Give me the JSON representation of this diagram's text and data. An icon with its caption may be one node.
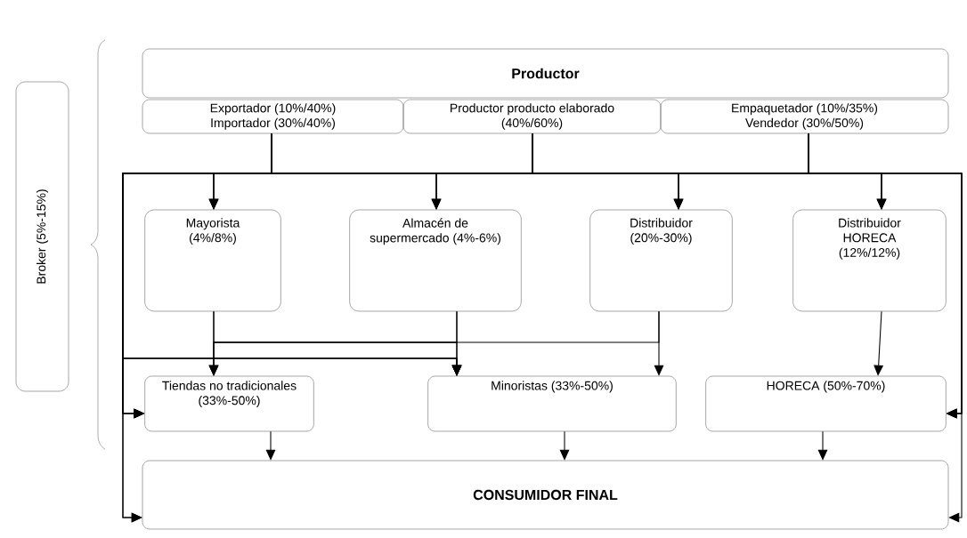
{
  "diagram": {
    "nodes": [
      {
        "text": [
          "Productor"
        ]
      },
      {
        "text": [
          "Exportador (10%/40%)",
          "Importador (30%/40%)"
        ]
      },
      {
        "text": [
          "Productor producto elaborado (40%/60%)"
        ]
      },
      {
        "text": [
          "Empaquetador (10%/35%)",
          "Vendedor (30%/50%)"
        ]
      },
      {
        "text": [
          "Mayorista (4%/8%)"
        ]
      },
      {
        "text": [
          "Almacén de supermercado (4%-6%)"
        ]
      },
      {
        "text": [
          "Distribuidor (20%-30%)"
        ]
      },
      {
        "text": [
          "Distribuidor HORECA (12%/12%)"
        ]
      },
      {
        "text": [
          "Tiendas no tradicionales (33%-50%)"
        ]
      },
      {
        "text": [
          "Minoristas (33%-50%)"
        ]
      },
      {
        "text": [
          "HORECA (50%-70%)"
        ]
      },
      {
        "text": [
          "CONSUMIDOR FINAL"
        ]
      },
      {
        "text": [
          "Broker (5%-15%)"
        ]
      }
    ],
    "edges": [
      {
        "from": 1,
        "to": 4,
        "arrow": "to"
      },
      {
        "from": 1,
        "to": 5,
        "arrow": "to"
      },
      {
        "from": 1,
        "to": 6,
        "arrow": "to"
      },
      {
        "from": 1,
        "to": 7,
        "arrow": "to"
      },
      {
        "from": 1,
        "to": 8,
        "arrow": "to"
      },
      {
        "from": 1,
        "to": 9,
        "arrow": "to"
      },
      {
        "from": 1,
        "to": 10,
        "arrow": "to"
      },
      {
        "from": 1,
        "to": 11,
        "arrow": "to"
      },
      {
        "from": 2,
        "to": 4,
        "arrow": "to"
      },
      {
        "from": 2,
        "to": 5,
        "arrow": "to"
      },
      {
        "from": 2,
        "to": 6,
        "arrow": "to"
      },
      {
        "from": 2,
        "to": 7,
        "arrow": "to"
      },
      {
        "from": 2,
        "to": 8,
        "arrow": "to"
      },
      {
        "from": 2,
        "to": 9,
        "arrow": "to"
      },
      {
        "from": 2,
        "to": 10,
        "arrow": "to"
      },
      {
        "from": 2,
        "to": 11,
        "arrow": "to"
      },
      {
        "from": 3,
        "to": 4,
        "arrow": "to"
      },
      {
        "from": 3,
        "to": 5,
        "arrow": "to"
      },
      {
        "from": 3,
        "to": 6,
        "arrow": "to"
      },
      {
        "from": 3,
        "to": 7,
        "arrow": "to"
      },
      {
        "from": 3,
        "to": 8,
        "arrow": "to"
      },
      {
        "from": 3,
        "to": 9,
        "arrow": "to"
      },
      {
        "from": 3,
        "to": 10,
        "arrow": "to"
      },
      {
        "from": 3,
        "to": 11,
        "arrow": "to"
      },
      {
        "from": 4,
        "to": 8,
        "arrow": "to"
      },
      {
        "from": 4,
        "to": 9,
        "arrow": "to"
      },
      {
        "from": 5,
        "to": 8,
        "arrow": "to"
      },
      {
        "from": 5,
        "to": 9,
        "arrow": "to"
      },
      {
        "from": 6,
        "to": 8,
        "arrow": "to"
      },
      {
        "from": 6,
        "to": 9,
        "arrow": "to"
      },
      {
        "from": 7,
        "to": 10,
        "arrow": "to"
      },
      {
        "from": 8,
        "to": 11,
        "arrow": "to"
      },
      {
        "from": 9,
        "to": 11,
        "arrow": "to"
      },
      {
        "from": 10,
        "to": 11,
        "arrow": "to"
      }
    ]
  }
}
